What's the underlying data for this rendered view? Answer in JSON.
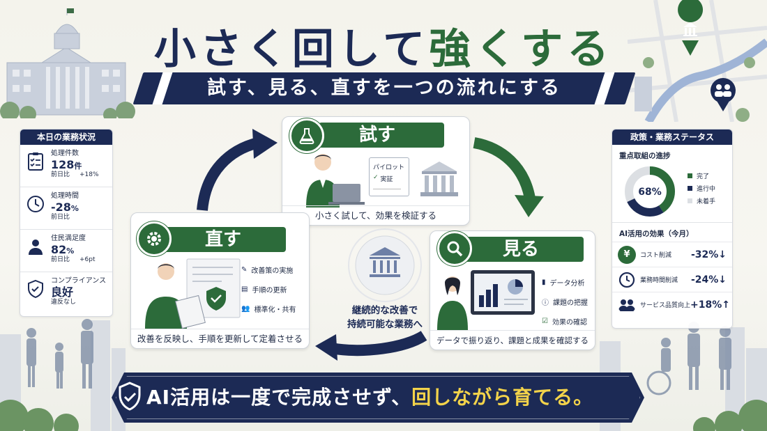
{
  "title": {
    "part1": "小さく回して",
    "part2": "強くする"
  },
  "subtitle": "試す、見る、直すを一つの流れにする",
  "left_panel": {
    "heading": "本日の業務状況",
    "rows": [
      {
        "label": "処理件数",
        "value": "128",
        "unit": "件",
        "sub_label": "前日比",
        "sub_value": "+18%"
      },
      {
        "label": "処理時間",
        "value": "-28",
        "unit": "%",
        "sub_label": "前日比",
        "sub_value": ""
      },
      {
        "label": "住民満足度",
        "value": "82",
        "unit": "%",
        "sub_label": "前日比",
        "sub_value": "+6pt"
      },
      {
        "label": "コンプライアンス",
        "value": "良好",
        "unit": "",
        "sub_label": "違反なし",
        "sub_value": ""
      }
    ]
  },
  "right_panel": {
    "heading": "政策・業務ステータス",
    "progress_title": "重点取組の進捗",
    "progress_value": "68%",
    "progress_fraction": 0.68,
    "legend": [
      "完了",
      "進行中",
      "未着手"
    ],
    "effects_title": "AI活用の効果（今月）",
    "effects": [
      {
        "icon": "yen-icon",
        "symbol": "¥",
        "label": "コスト削減",
        "value": "-32%↓"
      },
      {
        "icon": "clock-icon",
        "symbol": "",
        "label": "業務時間削減",
        "value": "-24%↓"
      },
      {
        "icon": "people-icon",
        "symbol": "",
        "label": "サービス品質向上",
        "value": "+18%↑"
      }
    ]
  },
  "steps": {
    "try": {
      "title": "試す",
      "caption": "小さく試して、効果を検証する",
      "board_title": "パイロット",
      "board_item": "実証"
    },
    "see": {
      "title": "見る",
      "caption": "データで振り返り、課題と成果を確認する",
      "items": [
        "データ分析",
        "課題の把握",
        "効果の確認"
      ]
    },
    "fix": {
      "title": "直す",
      "caption": "改善を反映し、手順を更新して定着させる",
      "items": [
        "改善策の実施",
        "手順の更新",
        "標準化・共有"
      ]
    }
  },
  "center": {
    "line1": "継続的な改善で",
    "line2": "持続可能な業務へ"
  },
  "banner": {
    "part1": "AI活用は一度で完成させず、",
    "part2": "回しながら育てる。"
  },
  "colors": {
    "navy": "#1c2a55",
    "green": "#2c6b3a",
    "highlight": "#f3d34a"
  }
}
